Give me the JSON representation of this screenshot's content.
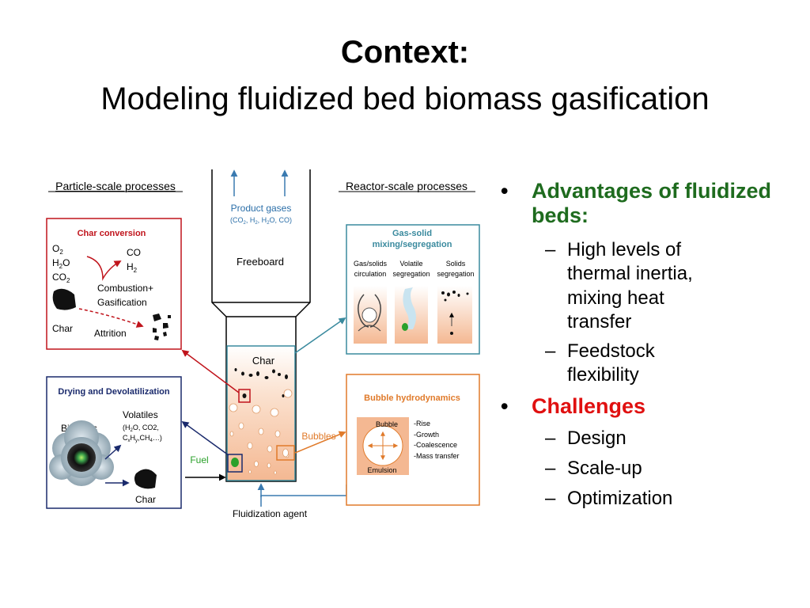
{
  "title": {
    "line1": "Context:",
    "line2": "Modeling fluidized bed biomass gasification"
  },
  "diagram": {
    "particle_scale_label": "Particle-scale processes",
    "reactor_scale_label": "Reactor-scale processes",
    "char_conversion": {
      "heading": "Char conversion",
      "o2": "O",
      "o2_sub": "2",
      "h2o_a": "H",
      "h2o_sub": "2",
      "h2o_b": "O",
      "co2": "CO",
      "co2_sub": "2",
      "co": "CO",
      "h2": "H",
      "h2_sub": "2",
      "combustion": "Combustion+",
      "gasification": "Gasification",
      "char": "Char",
      "attrition": "Attrition"
    },
    "drying": {
      "heading": "Drying and Devolatilization",
      "biomass": "Biomass",
      "volatiles": "Volatiles",
      "vol_line1": "(H",
      "vol_line1_sub": "2",
      "vol_line1_b": "O, CO2,",
      "vol_line2_c": "C",
      "vol_line2_x": "x",
      "vol_line2_h": "H",
      "vol_line2_y": "y",
      "vol_line2_ch": ",CH",
      "vol_line2_4": "4",
      "vol_line2_end": "…)",
      "char": "Char"
    },
    "reactor": {
      "product_gases": "Product gases",
      "pg_open": "(CO",
      "pg_2a": "2",
      "pg_mid1": ", H",
      "pg_2b": "2",
      "pg_mid2": ", H",
      "pg_2c": "2",
      "pg_end": "O, CO)",
      "freeboard": "Freeboard",
      "char": "Char",
      "fuel": "Fuel",
      "bubbles": "Bubbles",
      "fluidization_agent": "Fluidization agent"
    },
    "gas_solid": {
      "heading_1": "Gas-solid",
      "heading_2": "mixing/segregation",
      "col1_a": "Gas/solids",
      "col1_b": "circulation",
      "col2_a": "Volatile",
      "col2_b": "segregation",
      "col3_a": "Solids",
      "col3_b": "segregation"
    },
    "bubble_hydro": {
      "heading": "Bubble hydrodynamics",
      "bubble": "Bubble",
      "emulsion": "Emulsion",
      "item1": "-Rise",
      "item2": "-Growth",
      "item3": "-Coalescence",
      "item4": "-Mass transfer"
    }
  },
  "bullets": {
    "advantages": "Advantages of fluidized beds:",
    "adv_1_l1": "High levels of",
    "adv_1_l2": "thermal inertia,",
    "adv_1_l3": "mixing heat",
    "adv_1_l4": "transfer",
    "adv_2_l1": "Feedstock",
    "adv_2_l2": "flexibility",
    "challenges": "Challenges",
    "ch_1": "Design",
    "ch_2": "Scale-up",
    "ch_3": "Optimization"
  },
  "colors": {
    "advantages": "#1e6b1e",
    "challenges": "#e01010",
    "red_box": "#c0141c",
    "blue_box": "#1a2a6c",
    "teal_box": "#3a8a9e",
    "orange_box": "#e07a2a",
    "bed_fill": "#f6c4a0",
    "fuel_green": "#2aa02a"
  }
}
